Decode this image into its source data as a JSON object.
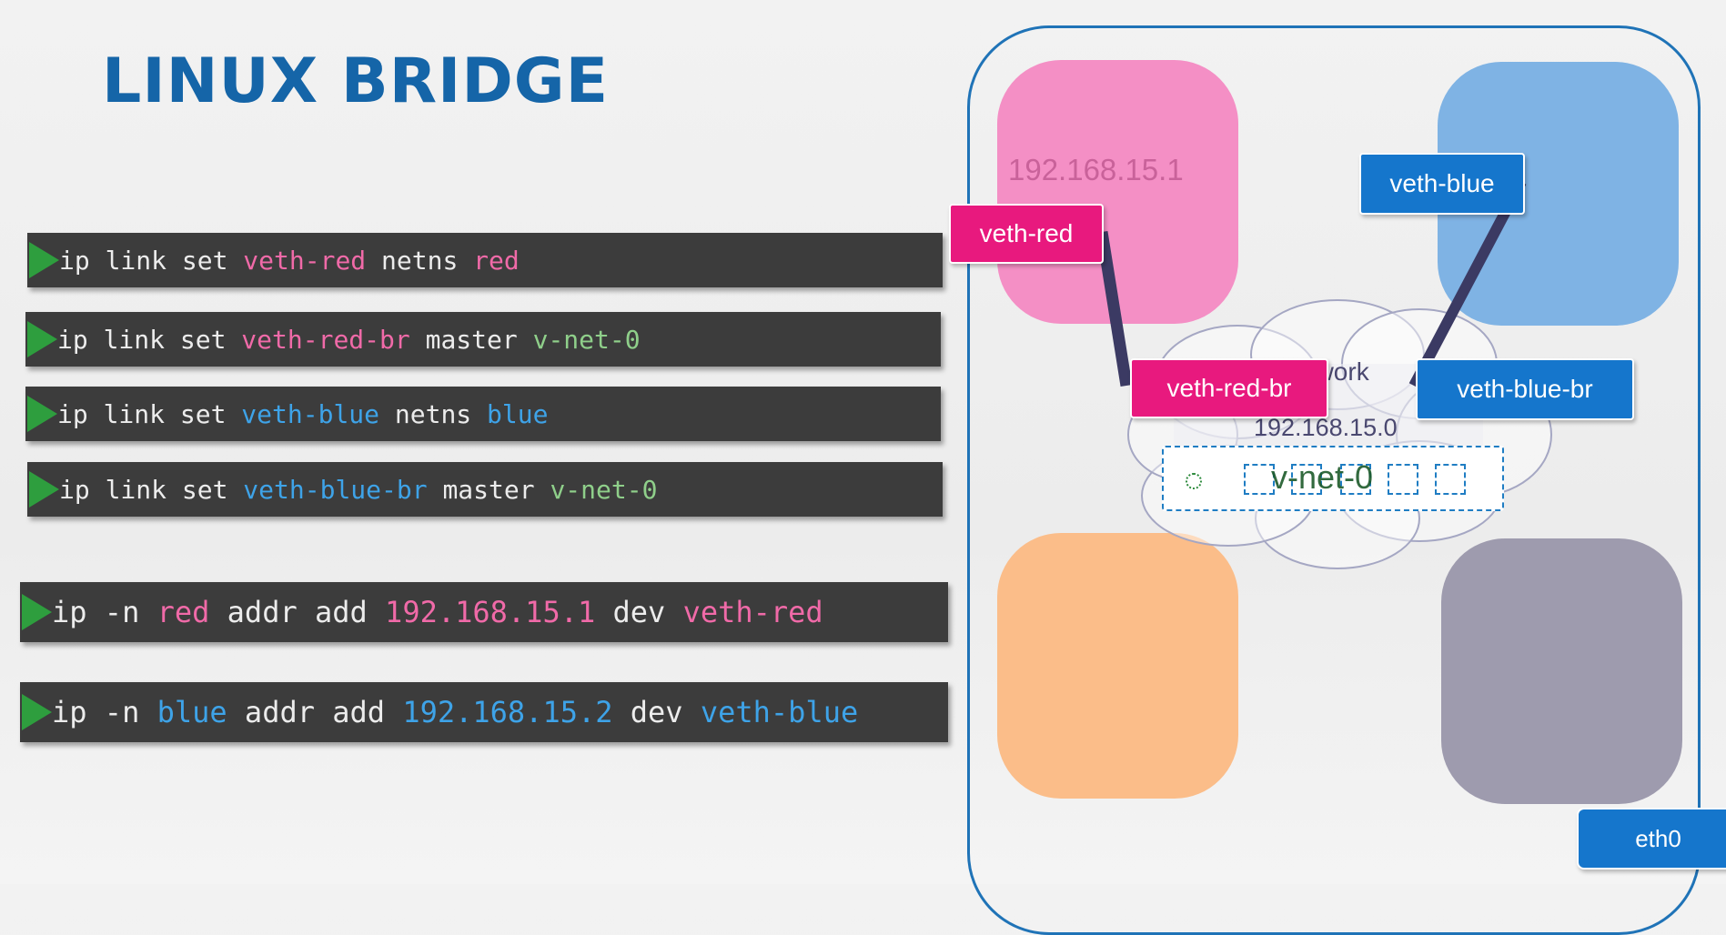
{
  "slide": {
    "title": "LINUX BRIDGE"
  },
  "commands": [
    {
      "tokens": [
        {
          "t": "ip link set ",
          "c": "plain"
        },
        {
          "t": "veth-red",
          "c": "pink"
        },
        {
          "t": " netns ",
          "c": "plain"
        },
        {
          "t": "red",
          "c": "pink"
        }
      ]
    },
    {
      "tokens": [
        {
          "t": "ip link set ",
          "c": "plain"
        },
        {
          "t": "veth-red-br",
          "c": "pink"
        },
        {
          "t": " master ",
          "c": "plain"
        },
        {
          "t": "v-net-0",
          "c": "green"
        }
      ]
    },
    {
      "tokens": [
        {
          "t": "ip link set ",
          "c": "plain"
        },
        {
          "t": "veth-blue",
          "c": "blue"
        },
        {
          "t": " netns ",
          "c": "plain"
        },
        {
          "t": "blue",
          "c": "blue"
        }
      ]
    },
    {
      "tokens": [
        {
          "t": "ip link set ",
          "c": "plain"
        },
        {
          "t": "veth-blue-br",
          "c": "blue"
        },
        {
          "t": " master ",
          "c": "plain"
        },
        {
          "t": "v-net-0",
          "c": "green"
        }
      ]
    },
    {
      "tokens": [
        {
          "t": "ip -n ",
          "c": "plain"
        },
        {
          "t": "red",
          "c": "pink"
        },
        {
          "t": " addr add ",
          "c": "plain"
        },
        {
          "t": "192.168.15.1",
          "c": "pink"
        },
        {
          "t": " dev ",
          "c": "plain"
        },
        {
          "t": "veth-red",
          "c": "pink"
        }
      ]
    },
    {
      "tokens": [
        {
          "t": "ip -n ",
          "c": "plain"
        },
        {
          "t": "blue",
          "c": "blue"
        },
        {
          "t": " addr add ",
          "c": "plain"
        },
        {
          "t": "192.168.15.2",
          "c": "blue"
        },
        {
          "t": " dev ",
          "c": "plain"
        },
        {
          "t": "veth-blue",
          "c": "blue"
        }
      ]
    }
  ],
  "diagram": {
    "red_ns_ip": "192.168.15.1",
    "veth_red": "veth-red",
    "veth_blue": "veth-blue",
    "veth_red_br": "veth-red-br",
    "veth_blue_br": "veth-blue-br",
    "network_label": "Network",
    "network_ip": "192.168.15.0",
    "bridge_name": "v-net-0",
    "eth0": "eth0"
  },
  "colors": {
    "title": "#1565a8",
    "red_namespace": "#f48fc5",
    "blue_namespace": "#7fb3e4",
    "orange_namespace": "#fbbd89",
    "gray_namespace": "#9e9bae",
    "veth_red": "#e8197e",
    "veth_blue": "#1576cc",
    "cable": "#3b3a63",
    "host_border": "#1f73b7"
  }
}
